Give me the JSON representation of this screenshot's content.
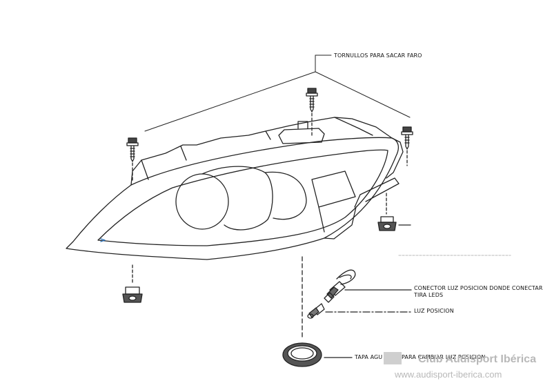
{
  "labels": {
    "screws": "TORNULLOS PARA SACAR FARO",
    "connector_line1": "CONECTOR LUZ POSICION DONDE CONECTAR",
    "connector_line2": "TIRA LEDS",
    "position_light": "LUZ POSICION",
    "cap": "TAPA AGU",
    "cap_rest": "PARA CAMBIAR LUZ POSICION"
  },
  "watermark": {
    "brand": "Club Audisport Ibérica",
    "url": "www.audisport-iberica.com"
  },
  "colors": {
    "line": "#222222",
    "watermark": "#b8b8b8"
  }
}
